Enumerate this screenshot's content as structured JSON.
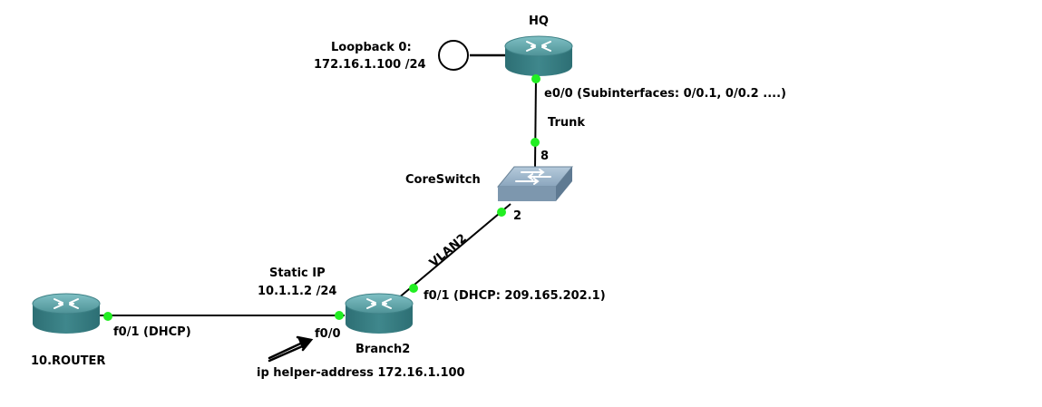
{
  "colors": {
    "router_top": "#5fa3a8",
    "router_side": "#2f7a80",
    "switch_top": "#9ab3c8",
    "switch_side": "#6e8aa3",
    "link": "#000000",
    "port_dot": "#22ee22"
  },
  "devices": {
    "hq": {
      "name": "HQ",
      "icon": "router-icon"
    },
    "core": {
      "name": "CoreSwitch",
      "icon": "switch-icon"
    },
    "branch": {
      "name": "Branch2",
      "icon": "router-icon"
    },
    "isp": {
      "name": "10.ROUTER",
      "icon": "router-icon"
    },
    "loopback": {
      "label_line1": "Loopback 0:",
      "label_line2": "172.16.1.100 /24",
      "icon": "loopback-circle-icon"
    }
  },
  "links": {
    "hq_port": "e0/0 (Subinterfaces: 0/0.1, 0/0.2 ....)",
    "trunk": "Trunk",
    "core_top_port": "8",
    "core_bottom_port": "2",
    "vlan": "VLAN2",
    "branch_f01": "f0/1 (DHCP: 209.165.202.1)",
    "static_ip_line1": "Static IP",
    "static_ip_line2": "10.1.1.2 /24",
    "branch_f00": "f0/0",
    "isp_port": "f0/1 (DHCP)",
    "helper": "ip helper-address 172.16.1.100"
  }
}
